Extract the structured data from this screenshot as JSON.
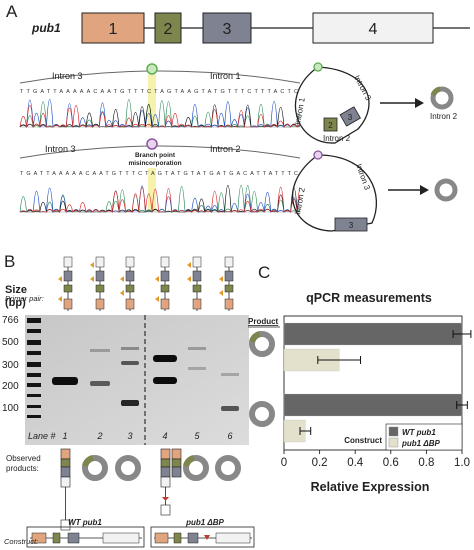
{
  "panel_a": {
    "letter": "A",
    "gene_name": "pub1",
    "exons": [
      "1",
      "2",
      "3",
      "4"
    ],
    "exon_colors": [
      "#e0a47e",
      "#7f864d",
      "#7e8291",
      "#f2f2f2"
    ],
    "trace1": {
      "left_label": "Intron 3",
      "right_label": "Intron 1",
      "sequence": "TTGATTAAAAACAATGTTTCTAGTAAGTATGTTTCTTTACTC"
    },
    "trace2": {
      "left_label": "Intron 3",
      "right_label": "Intron 2",
      "annotation_line1": "Branch point",
      "annotation_line2": "misincorporation",
      "sequence": "TGATTAAAAACAATGTTTCTAGTATGTATGATGACATTATTTC"
    },
    "lariat1": {
      "label_top": "Intron 3",
      "label_left": "Intron 1",
      "label_bottom": "Intron 2",
      "exon_a": "2",
      "exon_b": "3",
      "product_label": "Intron 2"
    },
    "lariat2": {
      "label_top": "Intron 3",
      "label_left": "Intron 2",
      "exon": "3"
    }
  },
  "panel_b": {
    "letter": "B",
    "primer_pair_label": "Primer pair:",
    "size_label_line1": "Size",
    "size_label_line2": "(bp)",
    "ladder": [
      "766",
      "500",
      "300",
      "200",
      "100"
    ],
    "lane_label": "Lane #",
    "lanes": [
      "1",
      "2",
      "3",
      "4",
      "5",
      "6"
    ],
    "observed_label_line1": "Observed",
    "observed_label_line2": "products:",
    "construct_label": "Construct:",
    "wt_label": "WT pub1",
    "mut_label": "pub1 ΔBP"
  },
  "panel_c": {
    "letter": "C",
    "title": "qPCR measurements",
    "product_label": "Product",
    "construct_label": "Construct",
    "xlabel": "Relative Expression"
  },
  "chart_data": {
    "type": "bar",
    "orientation": "horizontal",
    "title": "qPCR measurements",
    "xlabel": "Relative Expression",
    "ylabel": "",
    "xlim": [
      0,
      1.0
    ],
    "x_ticks": [
      "0",
      "0.2",
      "0.4",
      "0.6",
      "0.8",
      "1.0"
    ],
    "categories": [
      "lariat 1",
      "lariat 2"
    ],
    "series": [
      {
        "name": "WT pub1",
        "color": "#666666",
        "values": [
          1.0,
          1.0
        ],
        "errors": [
          0.05,
          0.03
        ]
      },
      {
        "name": "pub1 ΔBP",
        "color": "#e3e0cc",
        "values": [
          0.31,
          0.12
        ],
        "errors": [
          0.12,
          0.03
        ]
      }
    ],
    "legend_position": "bottom-right"
  }
}
